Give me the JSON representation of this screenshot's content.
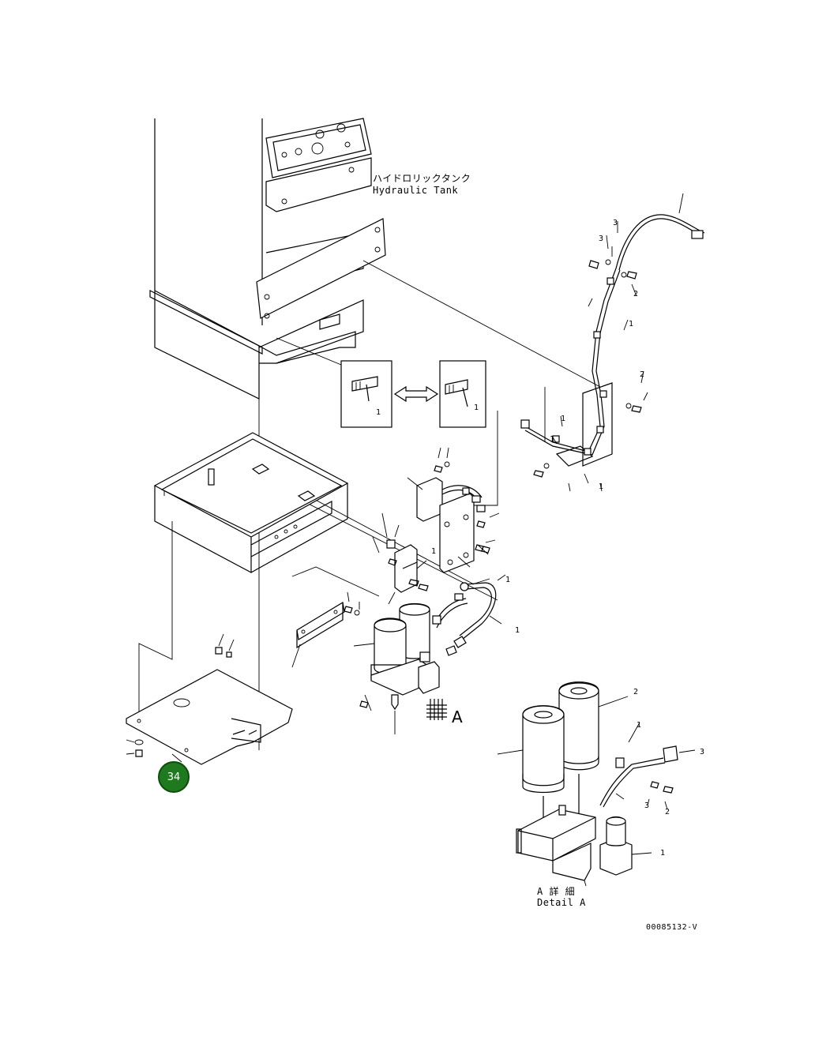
{
  "diagram": {
    "tank_label_jp": "ハイドロリックタンク",
    "tank_label_en": "Hydraulic Tank",
    "detail_label_jp": "A 詳 細",
    "detail_label_en": "Detail A",
    "view_letter": "A",
    "drawing_number": "00085132-V",
    "callout_badge": "34",
    "badge_color": "#1f7a1f",
    "part_numbers": {
      "n1": "1",
      "n2": "2",
      "n3": "3"
    }
  }
}
